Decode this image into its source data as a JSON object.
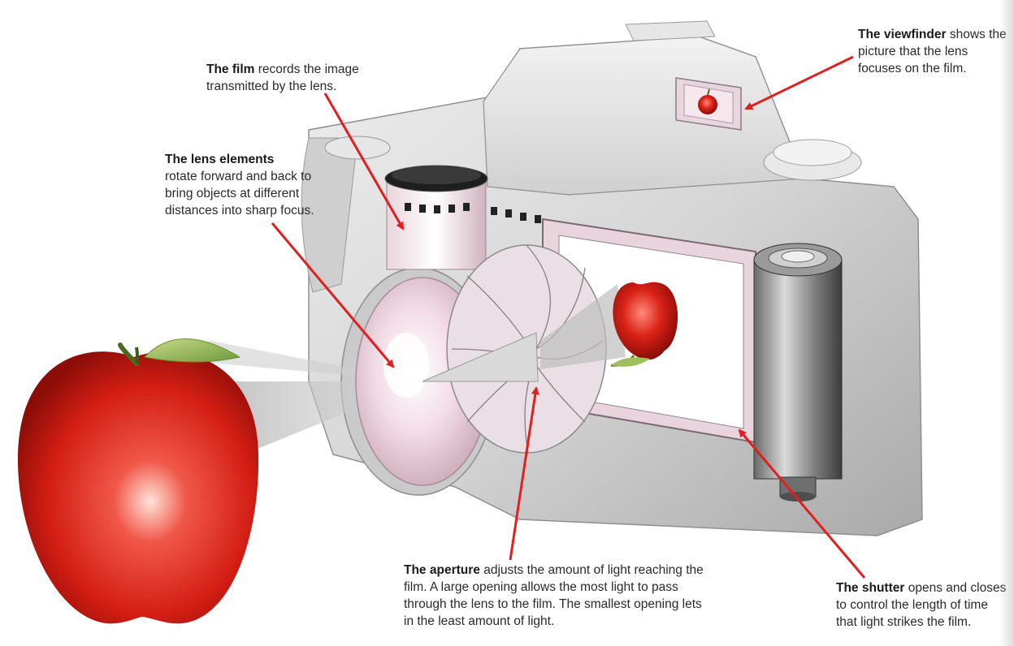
{
  "callouts": {
    "film": {
      "term": "The film",
      "text": " records the image transmitted by the lens."
    },
    "lens_elements": {
      "term": "The lens elements",
      "text": " rotate forward and back to bring objects at different distances into sharp focus."
    },
    "viewfinder": {
      "term": "The viewfinder",
      "text": " shows the picture that the lens focuses on the film."
    },
    "aperture": {
      "term": "The aperture",
      "text": " adjusts the amount of light reaching the film. A large opening allows the most light to pass through the lens to the film. The smallest opening lets in the least amount of light."
    },
    "shutter": {
      "term": "The shutter",
      "text": " opens and closes to control the length of time that light strikes the film."
    }
  },
  "colors": {
    "arrow": "#e02020",
    "apple": "#d41e14",
    "camera_body": "#d9d9d9",
    "lens_glass": "#f3dce6"
  },
  "icons": [
    "apple-icon",
    "camera-body",
    "film-canister-icon",
    "lens-element-icon",
    "aperture-blades-icon",
    "viewfinder-icon",
    "film-frame-icon"
  ]
}
